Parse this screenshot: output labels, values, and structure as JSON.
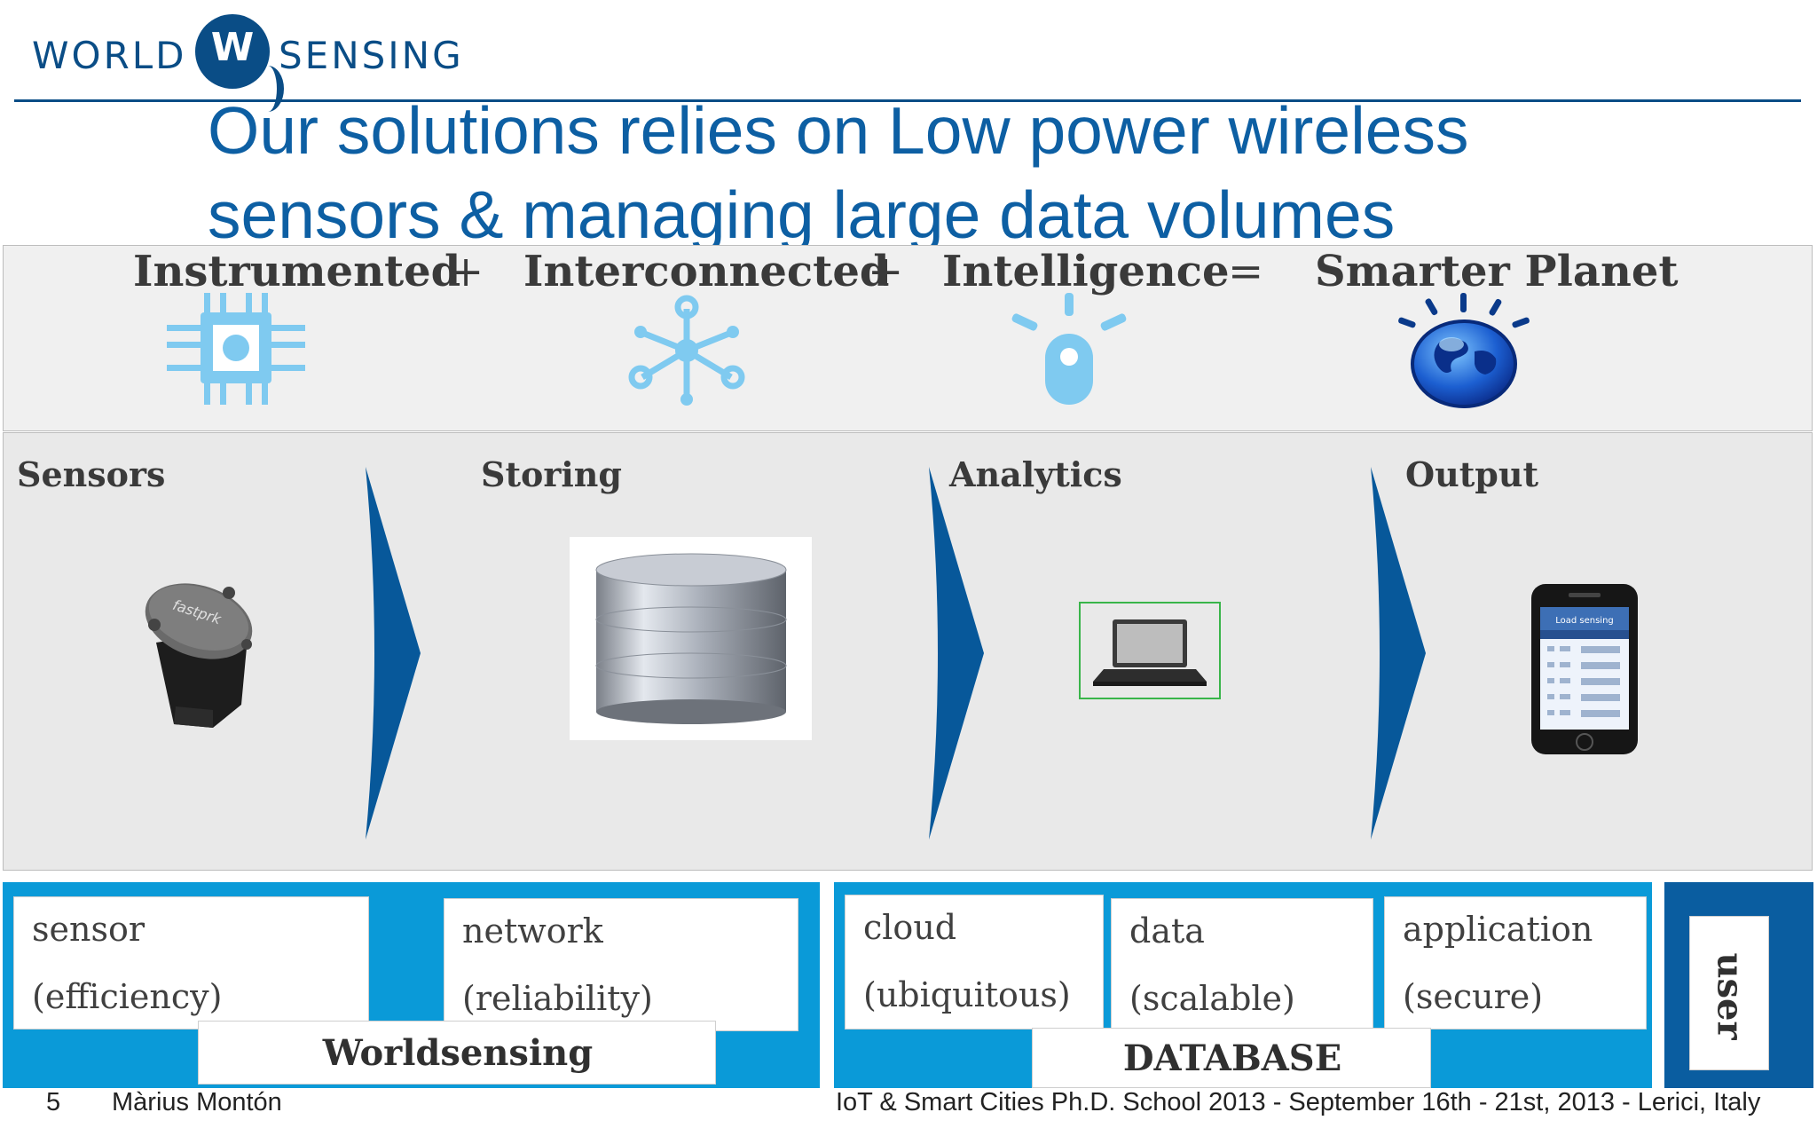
{
  "logo": {
    "left_word": "WORLD",
    "mark_letter": "W",
    "right_word": "SENSING"
  },
  "title": {
    "line1": "Our solutions relies on Low power wireless",
    "line2": "sensors & managing large data volumes"
  },
  "equation": {
    "terms": [
      "Instrumented",
      "Interconnected",
      "Intelligence",
      "Smarter Planet"
    ],
    "operators": [
      "+",
      "+",
      "="
    ],
    "icons": [
      "chip-icon",
      "network-icon",
      "lightbulb-icon",
      "globe-icon"
    ]
  },
  "flow": {
    "stages": [
      "Sensors",
      "Storing",
      "Analytics",
      "Output"
    ],
    "sensor_brand": "fastprk",
    "phone_app": "Load sensing"
  },
  "components": {
    "worldsensing": {
      "items": [
        {
          "name": "sensor",
          "quality": "(efficiency)"
        },
        {
          "name": "network",
          "quality": "(reliability)"
        }
      ],
      "label": "Worldsensing"
    },
    "database": {
      "items": [
        {
          "name": "cloud",
          "quality": "(ubiquitous)"
        },
        {
          "name": "data",
          "quality": "(scalable)"
        },
        {
          "name": "application",
          "quality": "(secure)"
        }
      ],
      "label": "DATABASE"
    },
    "user": {
      "label": "user"
    }
  },
  "footer": {
    "page": "5",
    "author": "Màrius Montón",
    "event": "IoT & Smart Cities Ph.D. School 2013 - September 16th - 21st, 2013 - Lerici, Italy"
  },
  "colors": {
    "brand_blue": "#0a4d86",
    "title_blue": "#0d5fa3",
    "icon_blue": "#7fcaf0",
    "box_blue": "#0a9ad8",
    "arrow_blue": "#07589a"
  }
}
